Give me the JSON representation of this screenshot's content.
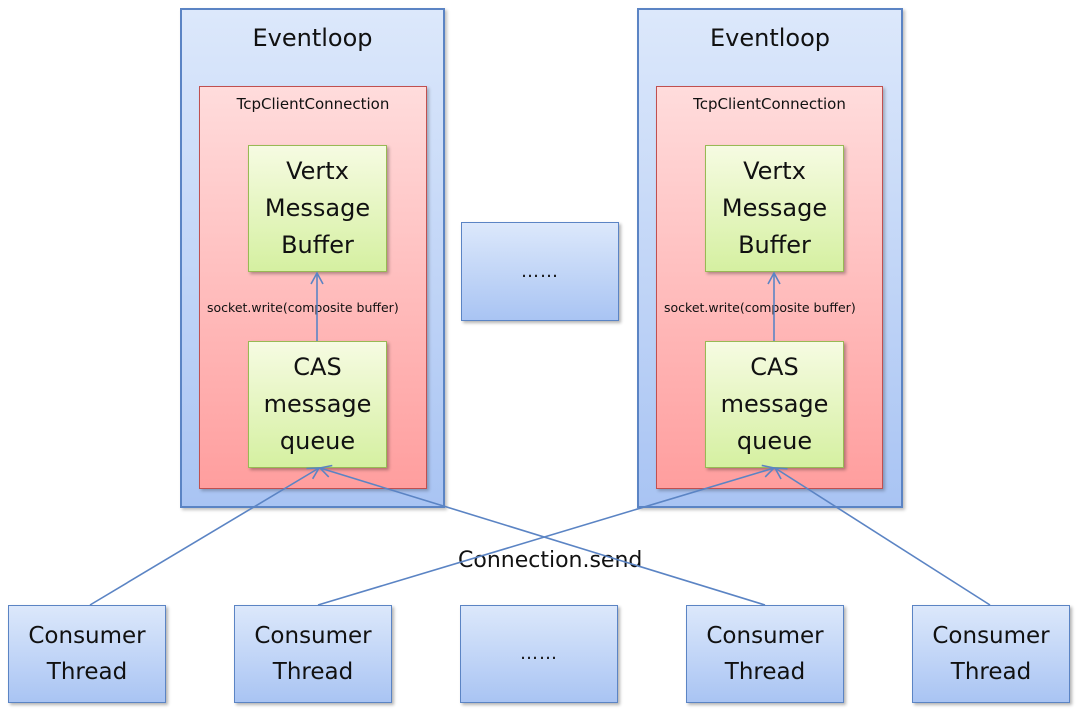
{
  "eventloops": [
    {
      "title": "Eventloop",
      "connection_title": "TcpClientConnection",
      "buffer_label": "Vertx\nMessage\nBuffer",
      "buffer_lines": [
        "Vertx",
        "Message",
        "Buffer"
      ],
      "write_label": "socket.write(composite buffer)",
      "queue_lines": [
        "CAS",
        "message",
        "queue"
      ]
    },
    {
      "title": "Eventloop",
      "connection_title": "TcpClientConnection",
      "buffer_lines": [
        "Vertx",
        "Message",
        "Buffer"
      ],
      "write_label": "socket.write(composite buffer)",
      "queue_lines": [
        "CAS",
        "message",
        "queue"
      ]
    }
  ],
  "middle_placeholder": "……",
  "send_label": "Connection.send",
  "consumers": [
    {
      "lines": [
        "Consumer",
        "Thread"
      ]
    },
    {
      "lines": [
        "Consumer",
        "Thread"
      ]
    },
    {
      "placeholder": "……"
    },
    {
      "lines": [
        "Consumer",
        "Thread"
      ]
    },
    {
      "lines": [
        "Consumer",
        "Thread"
      ]
    }
  ],
  "colors": {
    "eventloop_fill": "#c3d6f8",
    "connection_fill": "#ffbcbc",
    "queue_fill": "#e6f6c2",
    "line": "#5b84c4"
  }
}
